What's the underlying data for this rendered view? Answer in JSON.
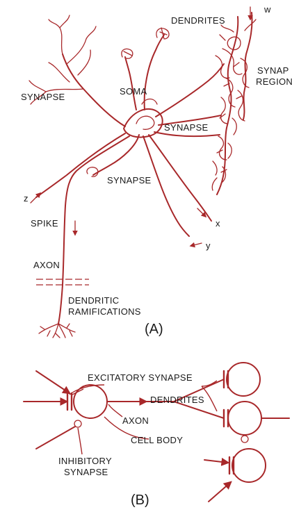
{
  "panel_a": {
    "labels": {
      "dendrites": "DENDRITES",
      "synapse_region_1": "SYNAP",
      "synapse_region_2": "REGION",
      "synapse_left": "SYNAPSE",
      "soma": "SOMA",
      "synapse_right": "SYNAPSE",
      "synapse_lower": "SYNAPSE",
      "spike": "SPIKE",
      "axon": "AXON",
      "dendritic_1": "DENDRITIC",
      "dendritic_2": "RAMIFICATIONS",
      "input_w": "w",
      "input_x": "x",
      "input_y": "y",
      "input_z": "z"
    },
    "caption": "(A)"
  },
  "panel_b": {
    "labels": {
      "excitatory": "EXCITATORY SYNAPSE",
      "dendrites": "DENDRITES",
      "axon": "AXON",
      "cell_body": "CELL BODY",
      "inhibitory_1": "INHIBITORY",
      "inhibitory_2": "SYNAPSE"
    },
    "caption": "(B)"
  },
  "colors": {
    "nerve": "#a8282a",
    "text": "#1a1a1a",
    "background": "#ffffff"
  }
}
